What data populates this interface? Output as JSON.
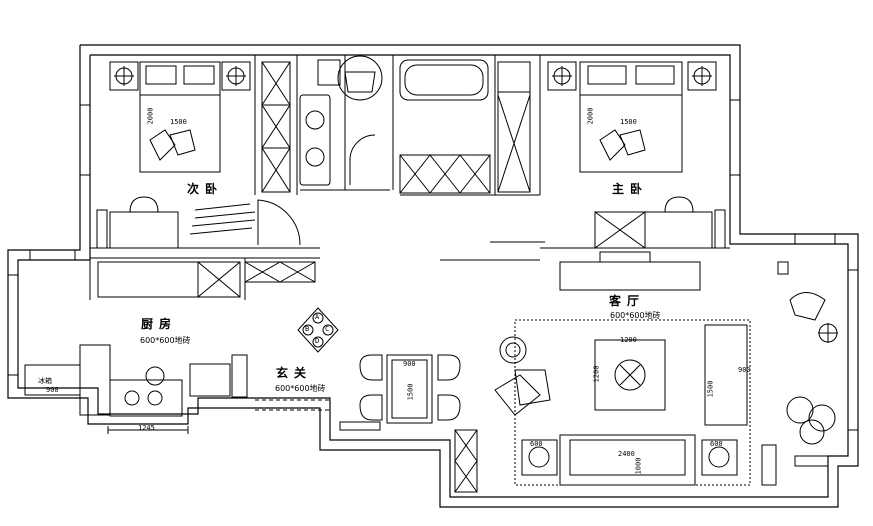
{
  "rooms": {
    "secondary_bedroom": "次卧",
    "master_bedroom": "主卧",
    "kitchen": "厨房",
    "living_room": "客厅",
    "entrance": "玄关"
  },
  "notes": {
    "kitchen_tile": "600*600地砖",
    "living_tile": "600*600地砖",
    "entrance_tile": "600*600地砖"
  },
  "dimensions": {
    "bed_left": "1500",
    "bed_left_len": "2000",
    "bed_right": "1500",
    "bed_right_len": "2000",
    "kitchen_run": "1245",
    "appliance_label": "冰箱",
    "appliance_dim": "900",
    "sofa_len": "2400",
    "sofa_depth": "1000",
    "coffee_table": "1200",
    "coffee_table_w": "1200",
    "side_sofa": "1500",
    "side_sofa_d": "900",
    "dining": "900",
    "dining_len": "1500",
    "end_table_l": "600",
    "end_table_r": "600"
  },
  "compass_letters": [
    "A",
    "B",
    "C",
    "D"
  ]
}
